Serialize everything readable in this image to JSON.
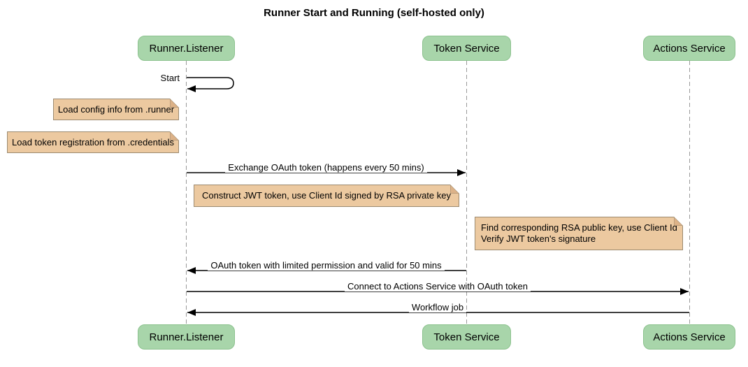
{
  "title": "Runner Start and Running (self-hosted only)",
  "actors": [
    {
      "name": "Runner.Listener"
    },
    {
      "name": "Token Service"
    },
    {
      "name": "Actions Service"
    }
  ],
  "messages": [
    {
      "label": "Start",
      "from": "Runner.Listener",
      "to": "Runner.Listener",
      "kind": "self"
    },
    {
      "label": "Exchange OAuth token (happens every 50 mins)",
      "from": "Runner.Listener",
      "to": "Token Service",
      "kind": "solid-arrow"
    },
    {
      "label": "OAuth token with limited permission and valid for 50 mins",
      "from": "Token Service",
      "to": "Runner.Listener",
      "kind": "solid-arrow"
    },
    {
      "label": "Connect to Actions Service with OAuth token",
      "from": "Runner.Listener",
      "to": "Actions Service",
      "kind": "solid-arrow"
    },
    {
      "label": "Workflow job",
      "from": "Actions Service",
      "to": "Runner.Listener",
      "kind": "solid-arrow"
    }
  ],
  "notes": [
    {
      "placement": "left of Runner.Listener",
      "lines": [
        "Load config info from .runner"
      ]
    },
    {
      "placement": "left of Runner.Listener",
      "lines": [
        "Load token registration from .credentials"
      ]
    },
    {
      "placement": "between Runner.Listener and Token Service",
      "lines": [
        "Construct JWT token, use Client Id signed by RSA private key"
      ]
    },
    {
      "placement": "between Token Service and Actions Service",
      "lines": [
        "Find corresponding RSA public key, use Client Id",
        "Verify JWT token's signature"
      ]
    }
  ],
  "colors": {
    "actor_fill": "#a8d5aa",
    "actor_border": "#8cc28e",
    "note_fill": "#ecc9a0",
    "note_border": "#9c8a70",
    "note_fold": "#dcb288",
    "lifeline": "#999999",
    "line": "#000000",
    "text": "#000000"
  }
}
